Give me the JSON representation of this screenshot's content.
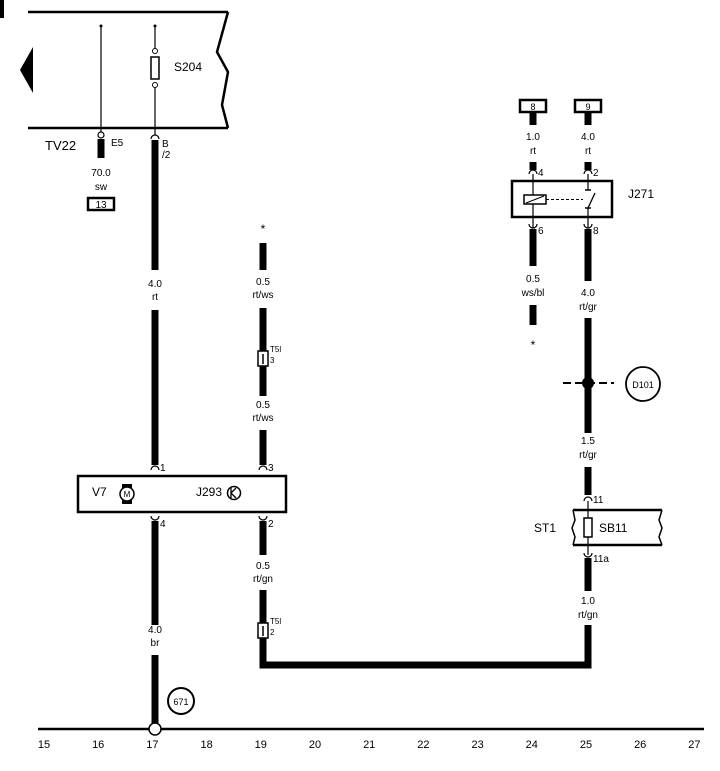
{
  "components": {
    "tv": "TV22",
    "e5": "E5",
    "s204": "S204",
    "b_pin": "B",
    "b_pin2": "/2",
    "v7": "V7",
    "j293": "J293",
    "j271": "J271",
    "st1": "ST1",
    "sb11": "SB11",
    "d101": "D101",
    "ground": "671",
    "t5l_a": "T5l",
    "t5l_a_pin": "3",
    "t5l_b": "T5l",
    "t5l_b_pin": "2",
    "motor_symbol": "M"
  },
  "terminals": {
    "t13": "13",
    "t8": "8",
    "t9": "9"
  },
  "pins": {
    "p1": "1",
    "p3": "3",
    "p4": "4",
    "p2": "2",
    "j271_4": "4",
    "j271_2": "2",
    "j271_6": "6",
    "j271_8": "8",
    "sb_in": "11",
    "sb_out": "11a"
  },
  "wires": [
    {
      "size": "70.0",
      "color": "sw"
    },
    {
      "size": "4.0",
      "color": "rt"
    },
    {
      "size": "4.0",
      "color": "br"
    },
    {
      "size": "0.5",
      "color": "rt/ws"
    },
    {
      "size": "0.5",
      "color": "rt/ws"
    },
    {
      "size": "0.5",
      "color": "rt/gn"
    },
    {
      "size": "1.0",
      "color": "rt"
    },
    {
      "size": "4.0",
      "color": "rt"
    },
    {
      "size": "0.5",
      "color": "ws/bl"
    },
    {
      "size": "4.0",
      "color": "rt/gr"
    },
    {
      "size": "1.5",
      "color": "rt/gr"
    },
    {
      "size": "1.0",
      "color": "rt/gn"
    }
  ],
  "markers": {
    "star1": "*",
    "star2": "*"
  },
  "axis": [
    "15",
    "16",
    "17",
    "18",
    "19",
    "20",
    "21",
    "22",
    "23",
    "24",
    "25",
    "26",
    "27"
  ]
}
